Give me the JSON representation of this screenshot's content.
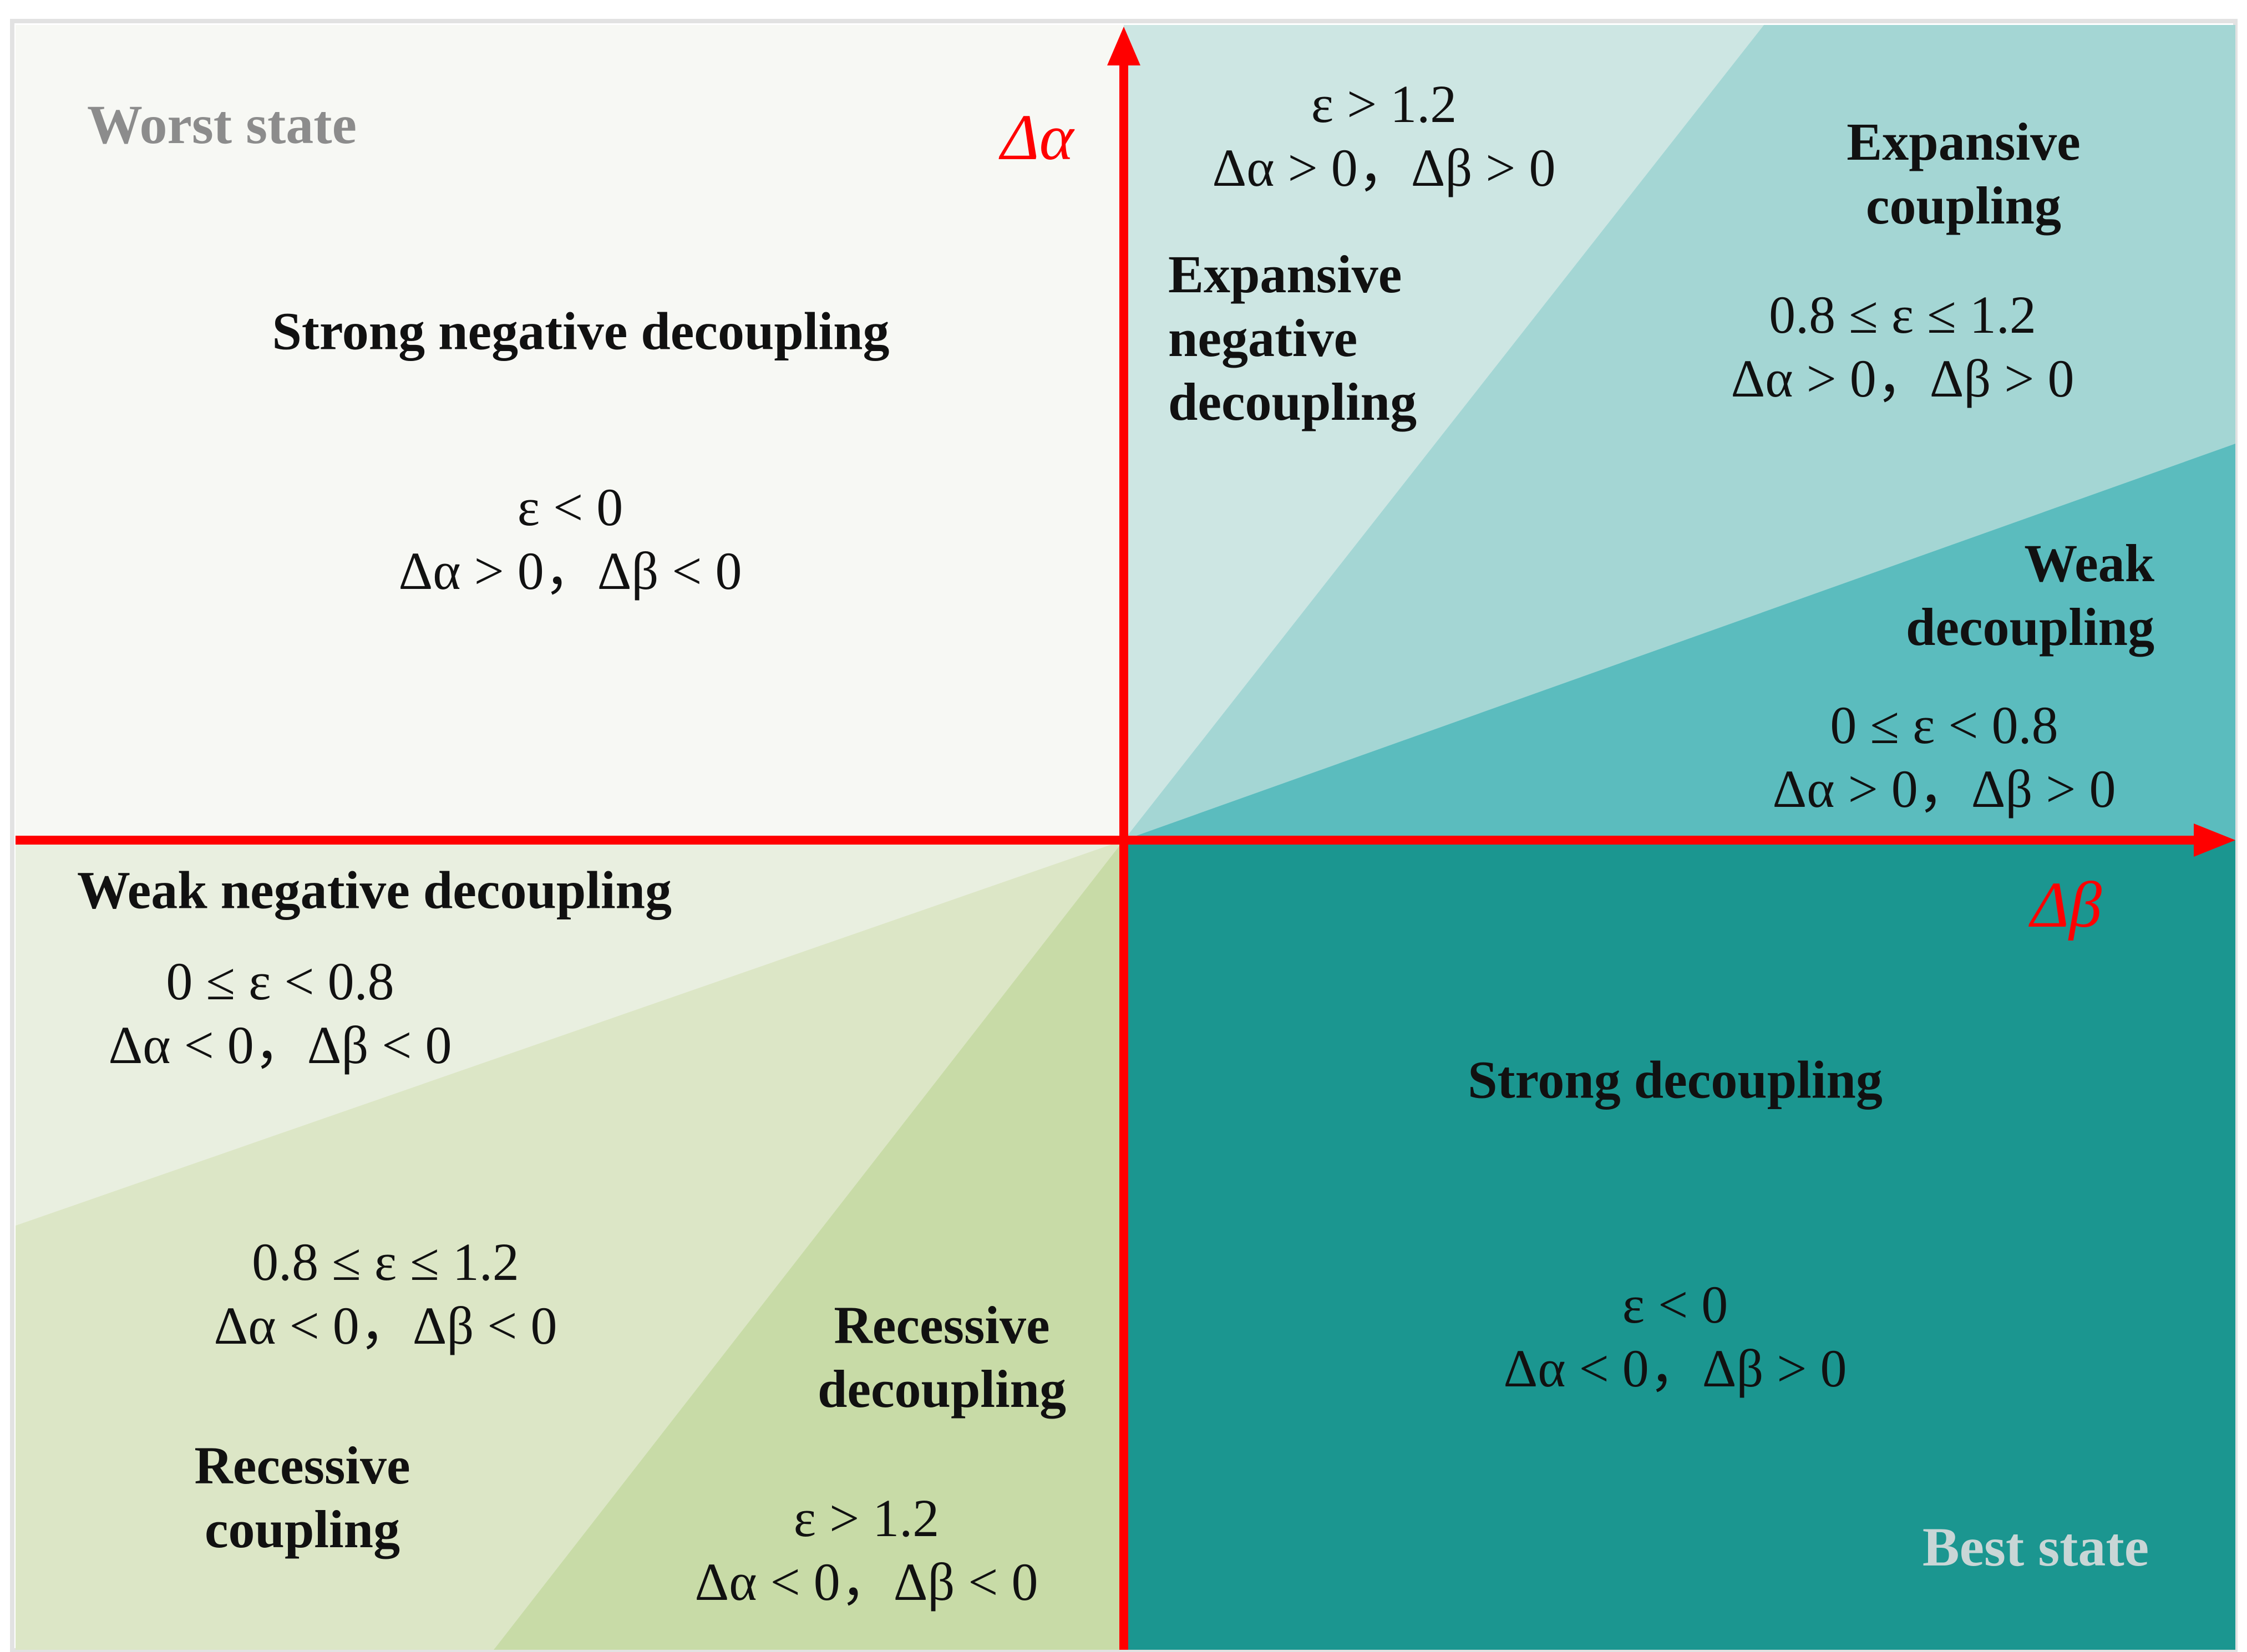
{
  "colors": {
    "axis": "#ff0000",
    "q2_bg": "#f7f8f4",
    "expansive_negative": "#cde6e3",
    "expansive_coupling": "#a4d6d4",
    "weak_decoupling": "#5bbcbe",
    "strong_decoupling": "#1b9690",
    "weak_negative": "#e9efe0",
    "recessive_coupling": "#dce6c6",
    "recessive_decoupling": "#c8dba7",
    "worst_state_text": "#8c8c8c",
    "best_state_text": "#c9d6d6"
  },
  "axes": {
    "y_label": "Δα",
    "x_label": "Δβ"
  },
  "states": {
    "worst": "Worst state",
    "best": "Best state"
  },
  "regions": {
    "strong_negative": {
      "title": "Strong negative decoupling",
      "eq1": "ε < 0",
      "eq2": "Δα > 0，Δβ < 0"
    },
    "expansive_negative": {
      "title": "Expansive\nnegative\ndecoupling",
      "eq1": "ε > 1.2",
      "eq2": "Δα > 0，Δβ > 0"
    },
    "expansive_coupling": {
      "title": "Expansive\ncoupling",
      "eq1": "0.8 ≤ ε ≤ 1.2",
      "eq2": "Δα > 0，Δβ > 0"
    },
    "weak_decoupling": {
      "title": "Weak\ndecoupling",
      "eq1": "0 ≤ ε < 0.8",
      "eq2": "Δα > 0，Δβ > 0"
    },
    "weak_negative": {
      "title": "Weak negative decoupling",
      "eq1": "0 ≤ ε < 0.8",
      "eq2": "Δα < 0，Δβ < 0"
    },
    "recessive_coupling": {
      "title": "Recessive\ncoupling",
      "eq1": "0.8 ≤ ε ≤ 1.2",
      "eq2": "Δα < 0，Δβ < 0"
    },
    "recessive_decoupling": {
      "title": "Recessive\ndecoupling",
      "eq1": "ε > 1.2",
      "eq2": "Δα < 0，Δβ < 0"
    },
    "strong_decoupling": {
      "title": "Strong decoupling",
      "eq1": "ε < 0",
      "eq2": "Δα < 0，Δβ > 0"
    }
  }
}
